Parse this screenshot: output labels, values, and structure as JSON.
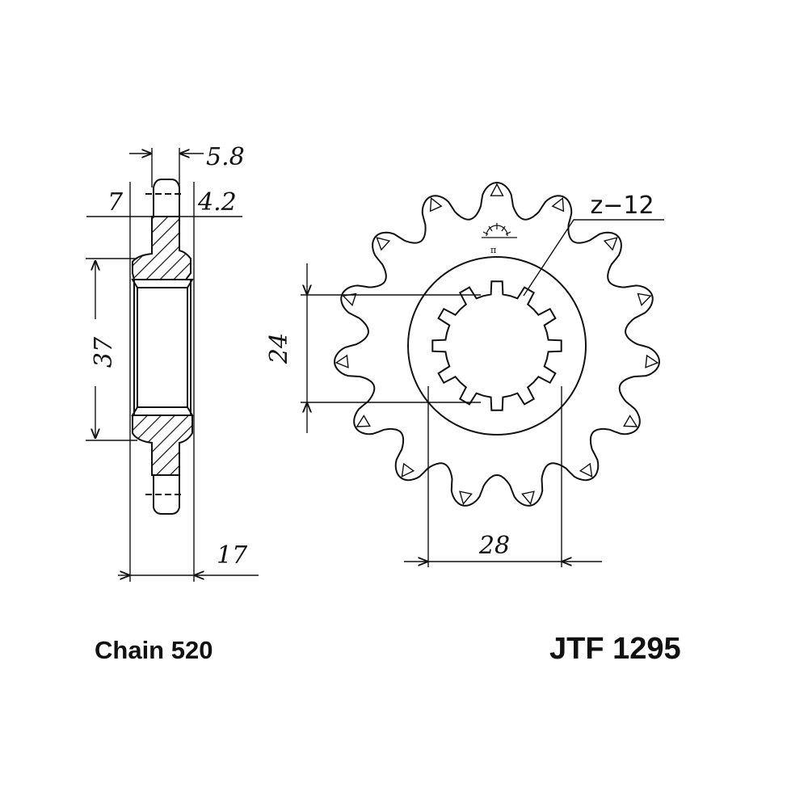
{
  "drawing": {
    "side_view": {
      "dim_tooth_width": "5.8",
      "dim_offset": "7",
      "dim_tooth_thickness": "4.2",
      "dim_hub_diameter": "37",
      "dim_overall_width": "17"
    },
    "front_view": {
      "dim_spline_diameter": "24",
      "dim_spline_across": "28",
      "spline_teeth_label": "z−12",
      "sprocket_teeth": 15,
      "spline_teeth": 12
    },
    "chain_label": "Chain 520",
    "part_number": "JTF 1295",
    "logo_text": "JT"
  }
}
